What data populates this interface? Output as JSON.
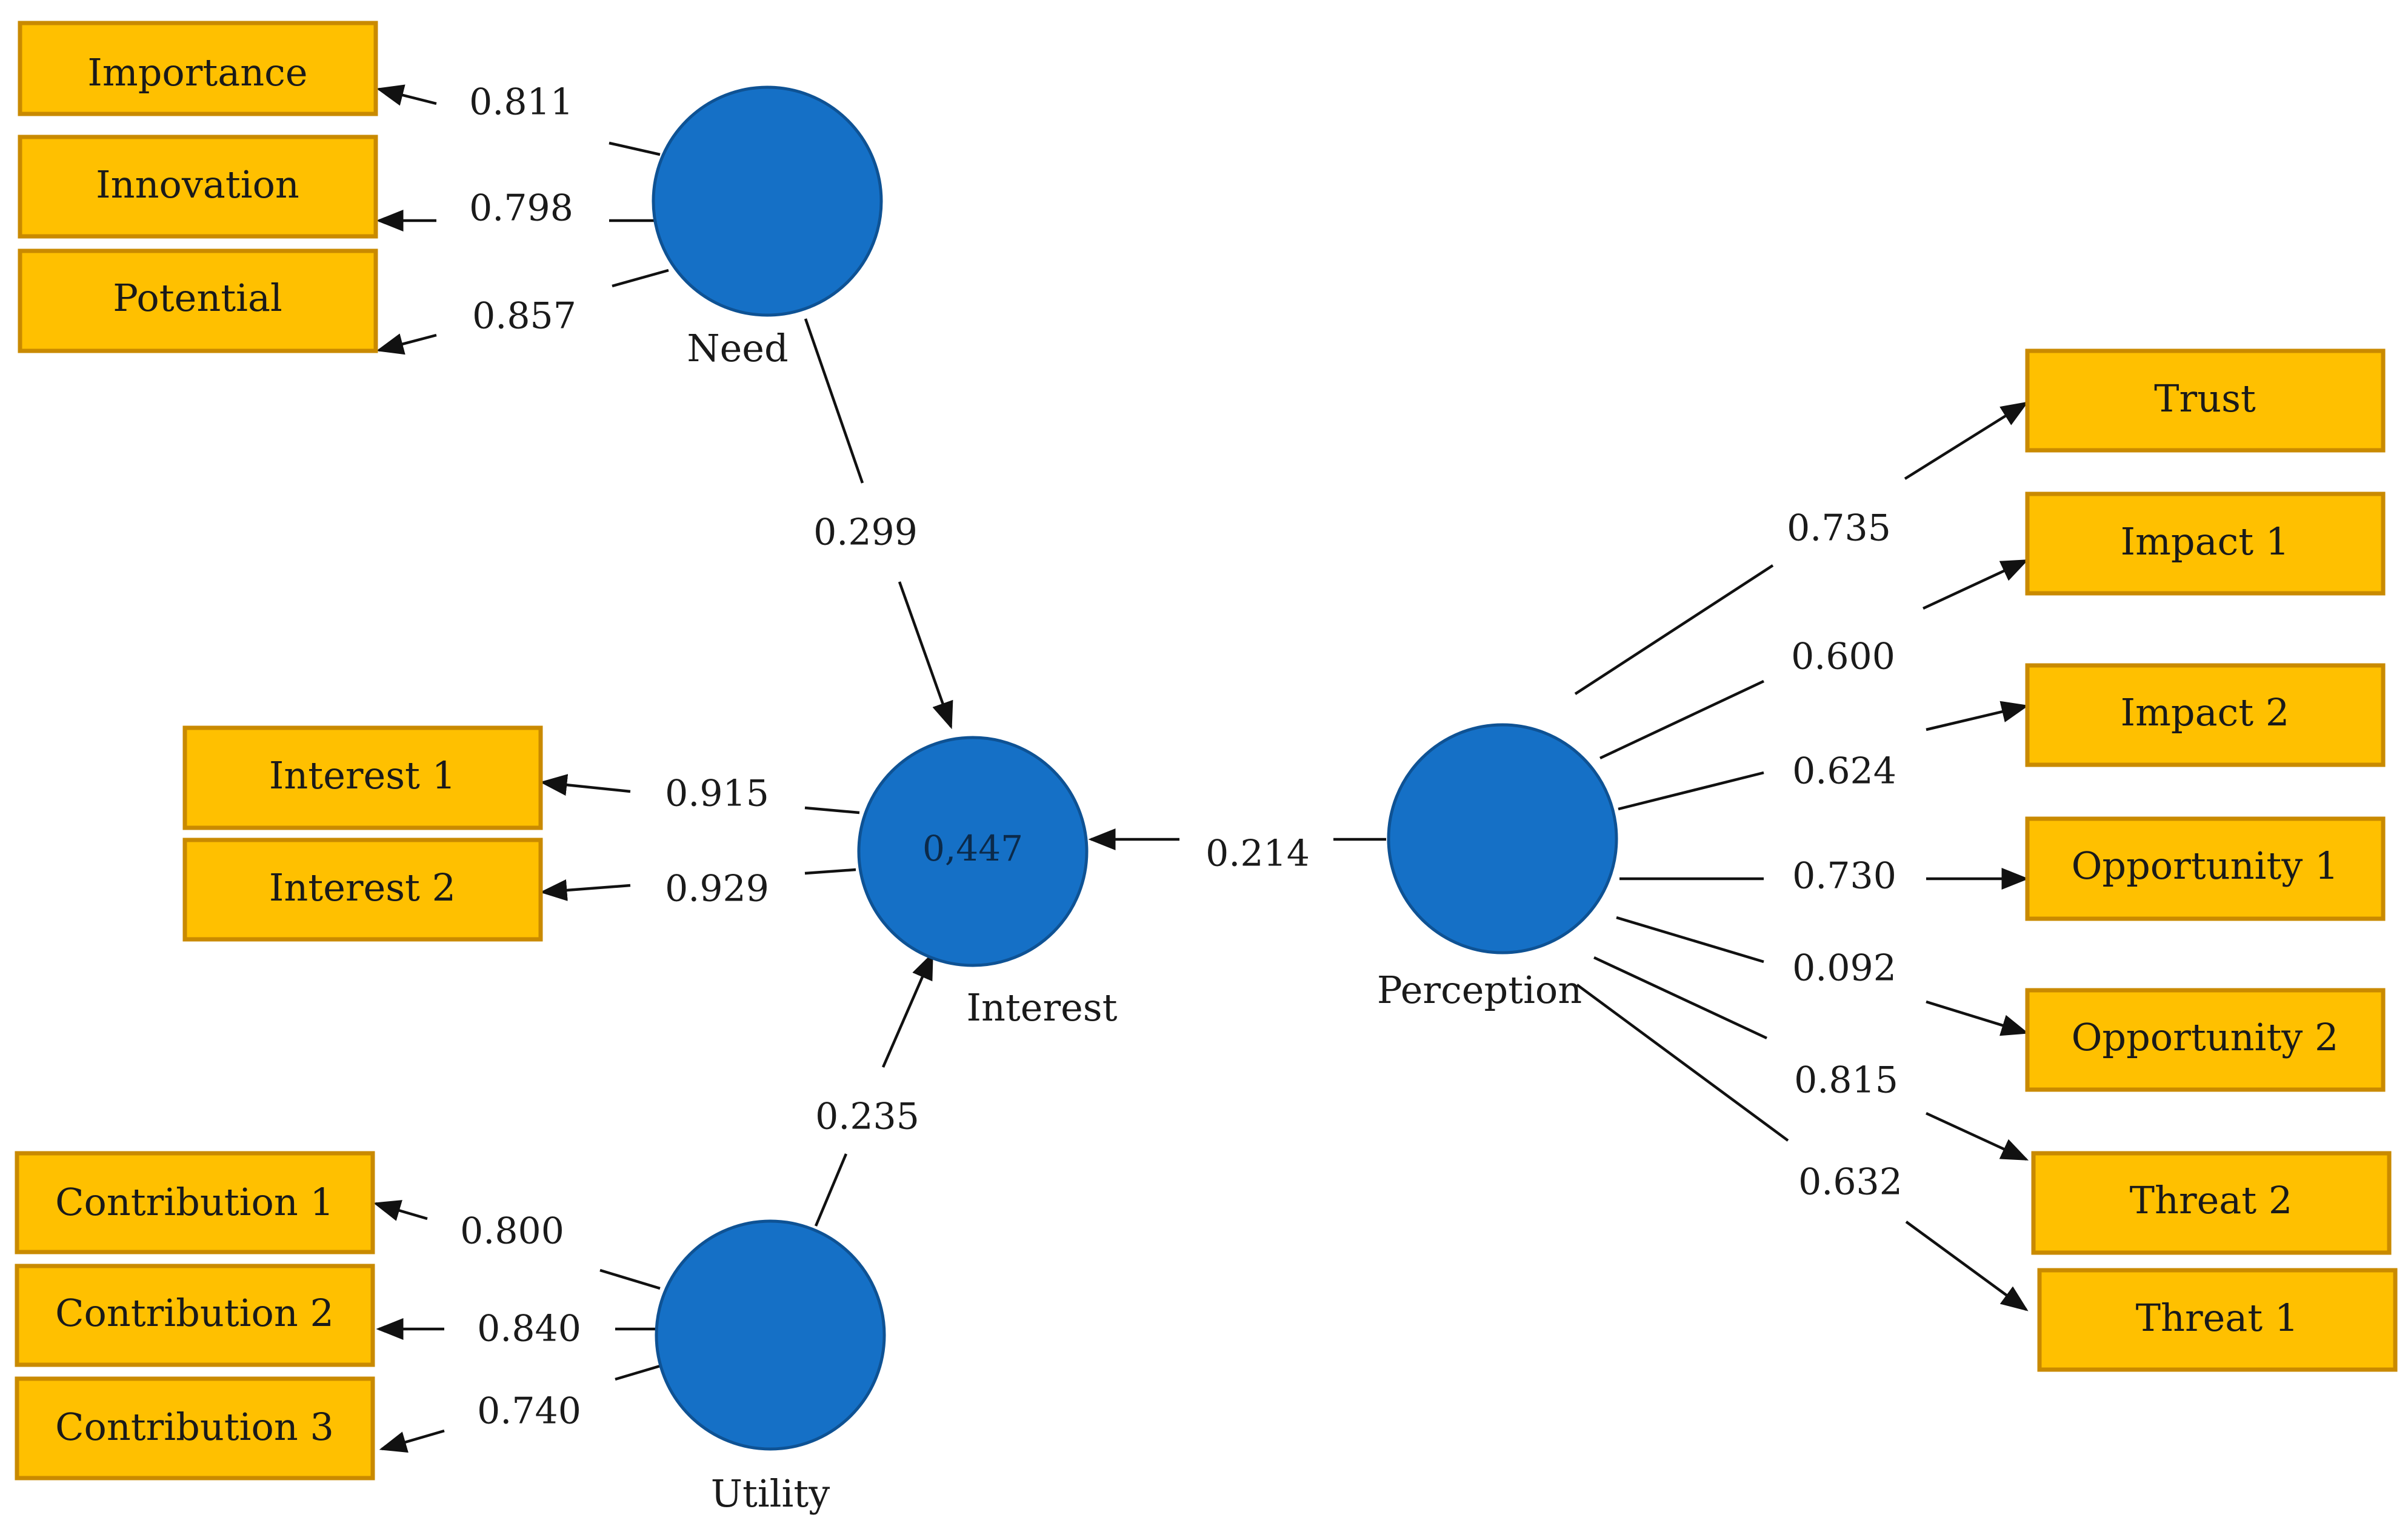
{
  "nodes": {
    "need": {
      "label": "Need"
    },
    "interest": {
      "label": "Interest",
      "value": "0,447"
    },
    "utility": {
      "label": "Utility"
    },
    "perception": {
      "label": "Perception"
    }
  },
  "indicators": {
    "importance": "Importance",
    "innovation": "Innovation",
    "potential": "Potential",
    "interest1": "Interest 1",
    "interest2": "Interest 2",
    "contribution1": "Contribution 1",
    "contribution2": "Contribution 2",
    "contribution3": "Contribution 3",
    "trust": "Trust",
    "impact1": "Impact 1",
    "impact2": "Impact 2",
    "opportunity1": "Opportunity 1",
    "opportunity2": "Opportunity 2",
    "threat2": "Threat 2",
    "threat1": "Threat 1"
  },
  "loadings": {
    "importance": "0.811",
    "innovation": "0.798",
    "potential": "0.857",
    "interest1": "0.915",
    "interest2": "0.929",
    "contribution1": "0.800",
    "contribution2": "0.840",
    "contribution3": "0.740",
    "trust": "0.735",
    "impact1": "0.600",
    "impact2": "0.624",
    "opportunity1": "0.730",
    "opportunity2": "0.092",
    "threat2": "0.815",
    "threat1": "0.632"
  },
  "paths": {
    "need_interest": "0.299",
    "perception_interest": "0.214",
    "utility_interest": "0.235"
  },
  "colors": {
    "node_fill": "#1570C6",
    "box_fill": "#FFC000",
    "box_border": "#C98A00"
  }
}
